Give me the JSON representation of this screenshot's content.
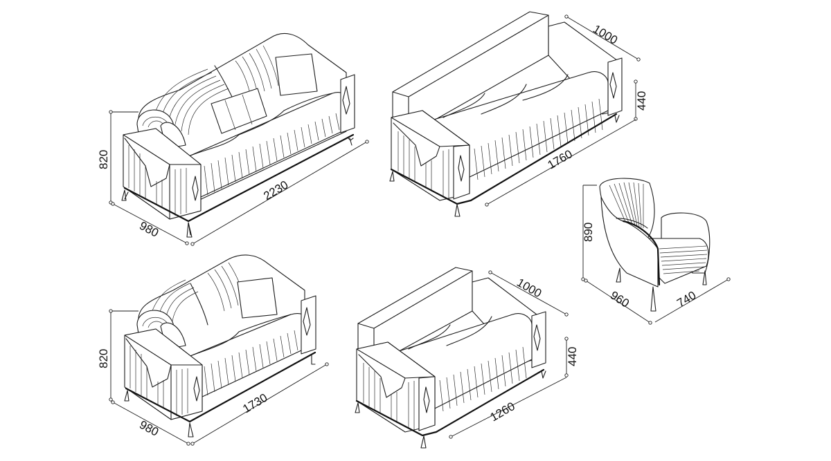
{
  "diagram": {
    "sofa_3_seat": {
      "depth": "980",
      "height": "820",
      "length": "2230"
    },
    "sofa_bed_3_seat": {
      "depth": "1000",
      "seat_height": "440",
      "length": "1760"
    },
    "armchair": {
      "height": "890",
      "depth": "960",
      "width": "740"
    },
    "sofa_2_seat": {
      "depth": "980",
      "height": "820",
      "length": "1730"
    },
    "sofa_bed_2_seat": {
      "depth": "1000",
      "seat_height": "440",
      "length": "1260"
    }
  }
}
